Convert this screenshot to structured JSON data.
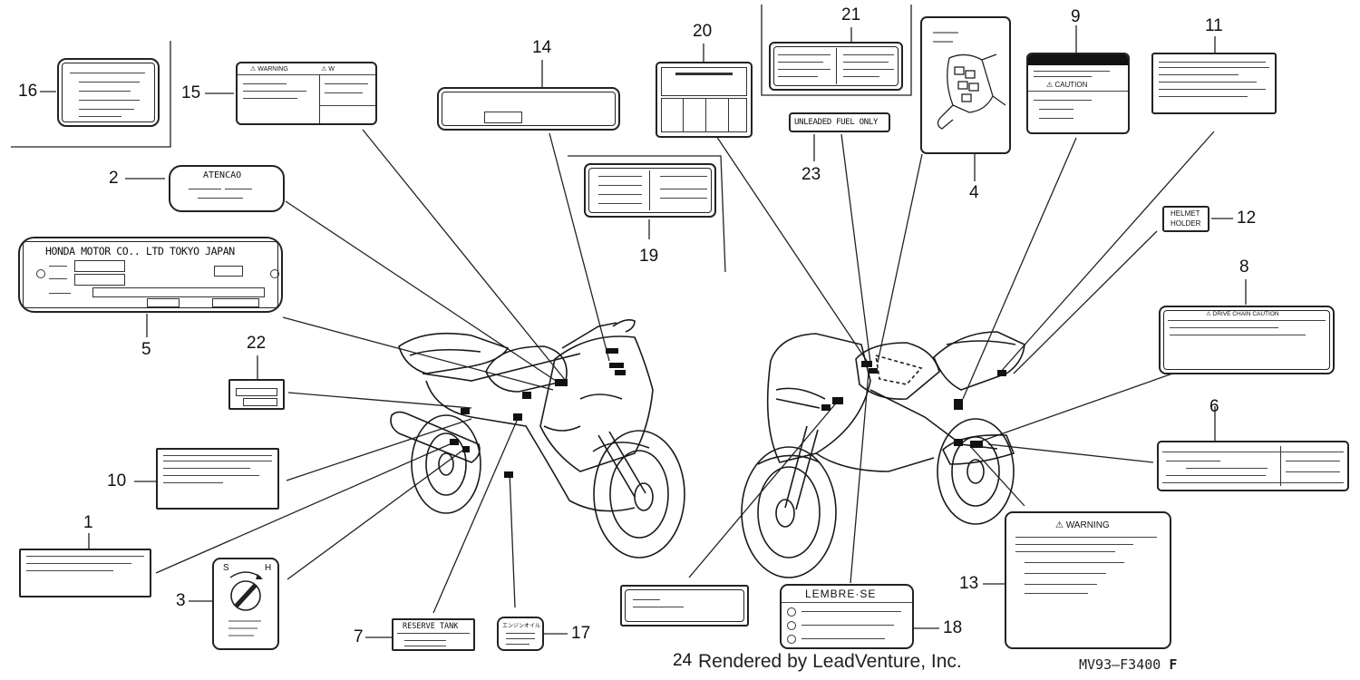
{
  "callouts": [
    "1",
    "2",
    "3",
    "4",
    "5",
    "6",
    "7",
    "8",
    "9",
    "10",
    "11",
    "12",
    "13",
    "14",
    "15",
    "16",
    "17",
    "18",
    "19",
    "20",
    "21",
    "22",
    "23",
    "24"
  ],
  "labels": {
    "atencao": "ATENCAO",
    "honda_plate": "HONDA MOTOR CO.. LTD TOKYO JAPAN",
    "unleaded": "UNLEADED FUEL ONLY",
    "caution": "⚠ CAUTION",
    "helmet_holder_line1": "HELMET",
    "helmet_holder_line2": "HOLDER",
    "drive_chain": "⚠ DRIVE CHAIN CAUTION",
    "warning13": "⚠ WARNING",
    "warning15_left": "⚠ WARNING",
    "warning15_right": "⚠ W",
    "reserve_tank": "RESERVE TANK",
    "lembre_se": "LEMBRE·SE",
    "selector_s": "S",
    "selector_h": "H",
    "jp17": "エンジンオイル"
  },
  "footer": {
    "credit": "Rendered by LeadVenture, Inc.",
    "part_code": "MV93—F3400",
    "part_suffix": "F"
  }
}
